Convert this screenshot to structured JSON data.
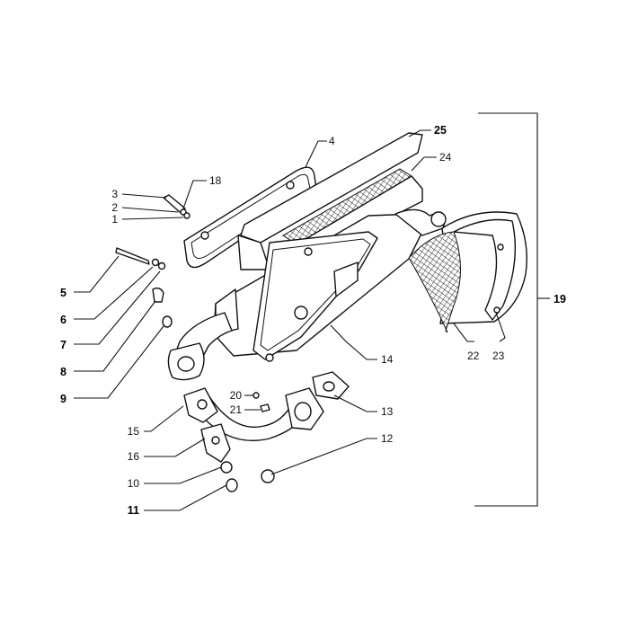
{
  "diagram": {
    "labels": {
      "l1": "1",
      "l2": "2",
      "l3": "3",
      "l4": "4",
      "l5": "5",
      "l6": "6",
      "l7": "7",
      "l8": "8",
      "l9": "9",
      "l10": "10",
      "l11": "11",
      "l12": "12",
      "l13": "13",
      "l14": "14",
      "l15": "15",
      "l16": "16",
      "l18": "18",
      "l19": "19",
      "l20": "20",
      "l21": "21",
      "l22": "22",
      "l23": "23",
      "l24": "24",
      "l25": "25"
    }
  },
  "colors": {
    "line": "#111111",
    "background": "#ffffff"
  }
}
